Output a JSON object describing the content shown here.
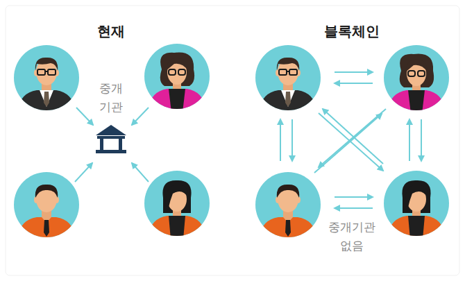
{
  "diagram": {
    "labels": [
      "현재",
      "블록체인",
      "중개 기관",
      "중개기관 없음"
    ]
  }
}
